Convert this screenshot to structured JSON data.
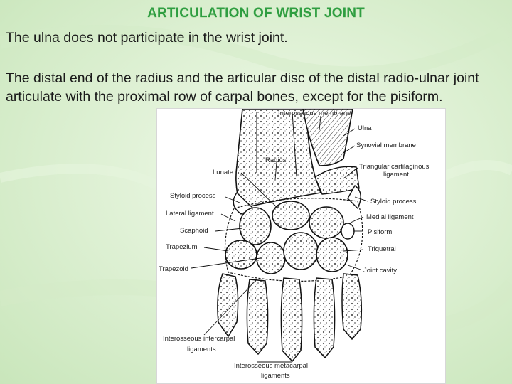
{
  "slide": {
    "title": "ARTICULATION OF WRIST JOINT",
    "paragraph_1": "The ulna does not participate in the wrist joint.",
    "paragraph_2": "The distal end of the radius and the articular disc of the distal radio-ulnar joint articulate with the proximal row of carpal bones, except for the pisiform."
  },
  "diagram": {
    "labels": {
      "interosseous_membrane": "Interosseous membrane",
      "ulna": "Ulna",
      "synovial_membrane": "Synovial membrane",
      "radius": "Radius",
      "triangular_cartilaginous_ligament_line1": "Triangular cartilaginous",
      "triangular_cartilaginous_ligament_line2": "ligament",
      "lunate": "Lunate",
      "styloid_process_left": "Styloid process",
      "styloid_process_right": "Styloid process",
      "lateral_ligament": "Lateral ligament",
      "medial_ligament": "Medial ligament",
      "scaphoid": "Scaphoid",
      "pisiform": "Pisiform",
      "trapezium": "Trapezium",
      "triquetral": "Triquetral",
      "trapezoid": "Trapezoid",
      "joint_cavity": "Joint cavity",
      "interosseous_intercarpal_line1": "Interosseous intercarpal",
      "interosseous_intercarpal_line2": "ligaments",
      "interosseous_metacarpal_line1": "Interosseous metacarpal",
      "interosseous_metacarpal_line2": "ligaments"
    }
  }
}
